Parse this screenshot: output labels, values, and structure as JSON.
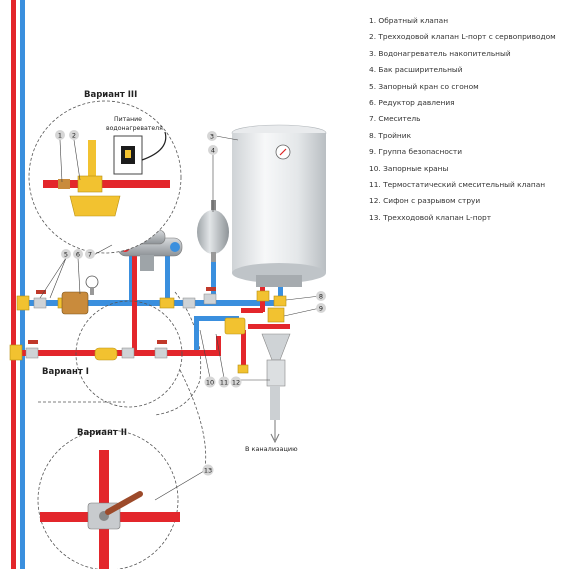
{
  "legend": [
    "1. Обратный клапан",
    "2. Трехходовой клапан L-порт с сервоприводом",
    "3. Водонагреватель накопительный",
    "4. Бак расширительный",
    "5. Запорный кран со сгоном",
    "6. Редуктор давления",
    "7. Смеситель",
    "8. Тройник",
    "9. Группа безопасности",
    "10. Запорные краны",
    "11. Термостатический смесительный клапан",
    "12. Сифон с разрывом струи",
    "13. Трехходовой клапан L-порт"
  ],
  "variants": {
    "v3": "Вариант III",
    "v1": "Вариант I",
    "v2": "Вариант II"
  },
  "notes": {
    "heater_power_line1": "Питание",
    "heater_power_line2": "водонагревателя",
    "drain": "В канализацию"
  },
  "callouts": {
    "c1": "1",
    "c2": "2",
    "c3": "3",
    "c4": "4",
    "c5": "5",
    "c6": "6",
    "c7": "7",
    "c8": "8",
    "c9": "9",
    "c10": "10",
    "c11": "11",
    "c12": "12",
    "c13": "13"
  },
  "colors": {
    "cold_pipe": "#3a8fde",
    "hot_pipe": "#e3262b",
    "fitting": "#f2c230",
    "valve_handle": "#c0392b",
    "callout_bg": "#d6d6d6",
    "dashed": "#555555"
  }
}
